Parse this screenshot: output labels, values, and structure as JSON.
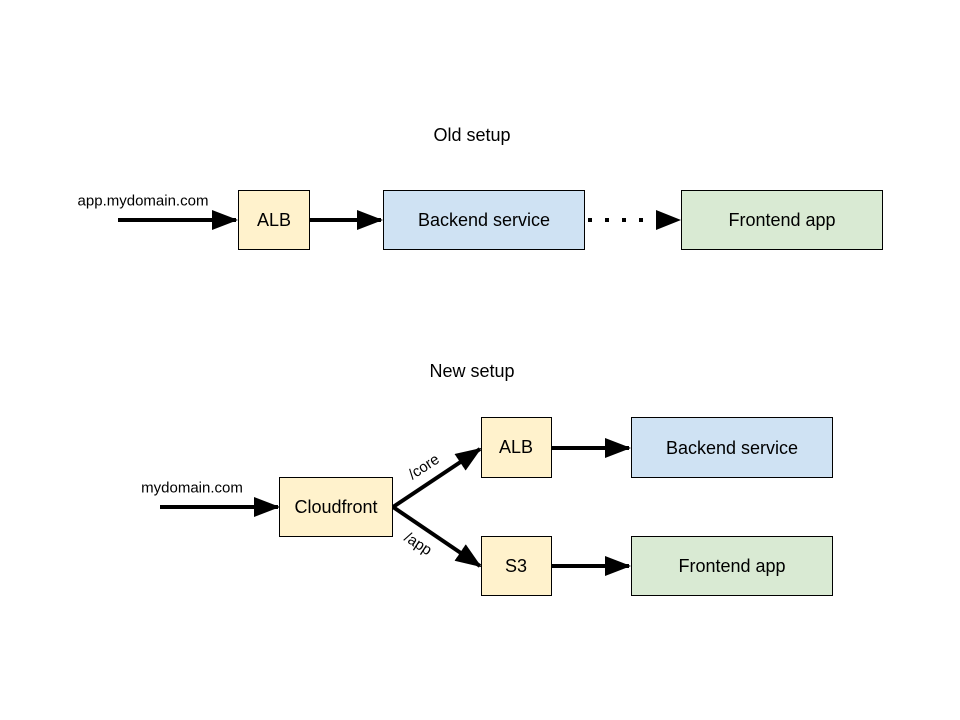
{
  "old_setup": {
    "title": "Old setup",
    "entry_label": "app.mydomain.com",
    "nodes": {
      "alb": "ALB",
      "backend": "Backend service",
      "frontend": "Frontend app"
    }
  },
  "new_setup": {
    "title": "New setup",
    "entry_label": "mydomain.com",
    "nodes": {
      "cloudfront": "Cloudfront",
      "alb": "ALB",
      "s3": "S3",
      "backend": "Backend service",
      "frontend": "Frontend app"
    },
    "edge_labels": {
      "core": "/core",
      "app": "/app"
    }
  },
  "colors": {
    "yellow_fill": "#fff2cc",
    "blue_fill": "#cfe2f3",
    "green_fill": "#d9ead3"
  }
}
